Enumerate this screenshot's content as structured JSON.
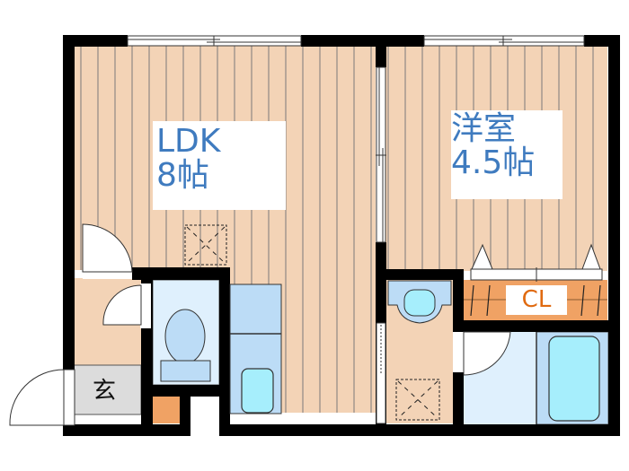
{
  "rooms": {
    "ldk": {
      "name": "LDK",
      "size": "8帖"
    },
    "western_room": {
      "name": "洋室",
      "size": "4.5帖"
    },
    "closet": {
      "name": "CL"
    },
    "entrance": {
      "name": "玄"
    }
  },
  "colors": {
    "floor_wood": "#f3d3b6",
    "floor_lines": "#a89a90",
    "wall": "#000000",
    "wet_area": "#dff0fd",
    "fixture_blue": "#bcdcf6",
    "fixture_cyan": "#a6eefc",
    "closet_orange": "#f0a264",
    "entrance_gray": "#dcdcdc",
    "label_blue": "#3f7bbf",
    "label_orange": "#e06a10"
  }
}
